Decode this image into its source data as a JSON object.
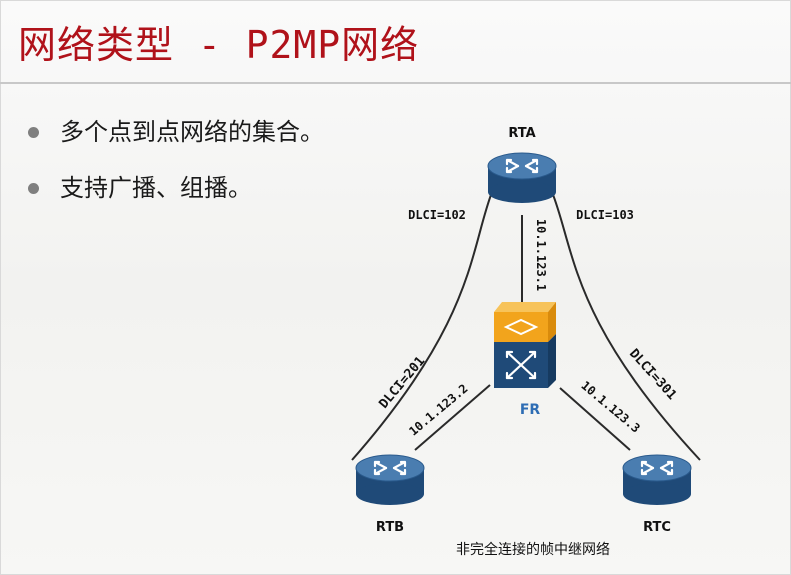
{
  "slide": {
    "title": "网络类型 - P2MP网络",
    "bullets": [
      "多个点到点网络的集合。",
      "支持广播、组播。"
    ]
  },
  "diagram": {
    "routers": {
      "rta": "RTA",
      "rtb": "RTB",
      "rtc": "RTC"
    },
    "switch_label": "FR",
    "dlci": {
      "a_left": "DLCI=102",
      "a_right": "DLCI=103",
      "b": "DLCI=201",
      "c": "DLCI=301"
    },
    "ip": {
      "rta": "10.1.123.1",
      "rtb": "10.1.123.2",
      "rtc": "10.1.123.3"
    },
    "caption": "非完全连接的帧中继网络"
  },
  "colors": {
    "title": "#b0121a",
    "router_top": "#3f6fa0",
    "router_body": "#1f4a78",
    "switch_top": "#f2a41c",
    "switch_body": "#1f4a78",
    "fr_label": "#2e6db4"
  }
}
